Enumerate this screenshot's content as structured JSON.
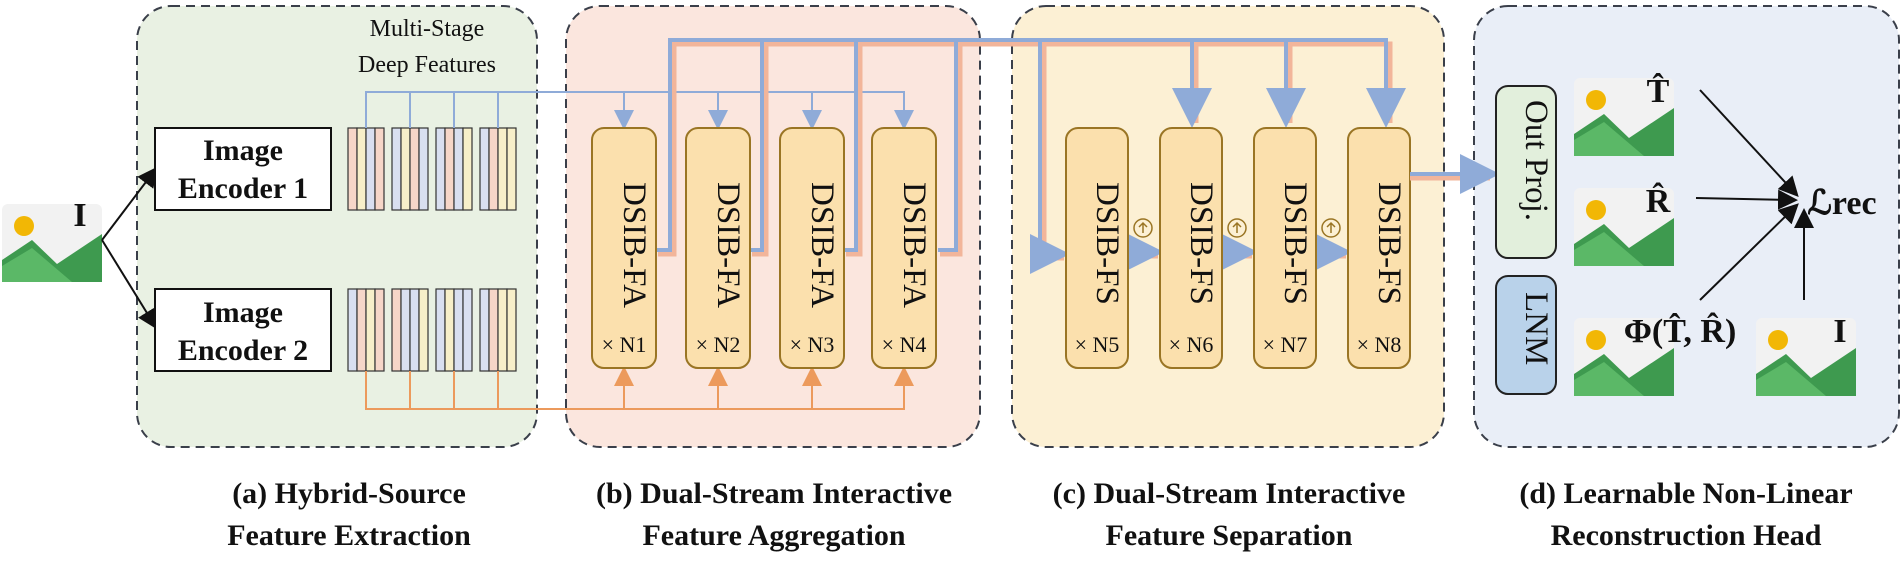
{
  "input": {
    "label": "I"
  },
  "sections": {
    "a": {
      "caption_line1": "(a) Hybrid-Source",
      "caption_line2": "Feature Extraction",
      "note_line1": "Multi-Stage",
      "note_line2": "Deep Features",
      "encoders": [
        {
          "line1": "Image",
          "line2": "Encoder 1"
        },
        {
          "line1": "Image",
          "line2": "Encoder 2"
        }
      ]
    },
    "b": {
      "caption_line1": "(b) Dual-Stream Interactive",
      "caption_line2": "Feature Aggregation",
      "block_label": "DSIB-FA",
      "multipliers": [
        "× N1",
        "× N2",
        "× N3",
        "× N4"
      ]
    },
    "c": {
      "caption_line1": "(c) Dual-Stream Interactive",
      "caption_line2": "Feature Separation",
      "block_label": "DSIB-FS",
      "multipliers": [
        "× N5",
        "× N6",
        "× N7",
        "× N8"
      ]
    },
    "d": {
      "caption_line1": "(d) Learnable Non-Linear",
      "caption_line2": "Reconstruction Head",
      "out_proj": "Out Proj.",
      "lnm": "LNM",
      "outputs": [
        "T̂",
        "R̂",
        "Φ(T̂, R̂)",
        "I"
      ],
      "loss": "ℒrec"
    }
  },
  "colors": {
    "panel_a": "#e9f1e3",
    "panel_b": "#fbe6de",
    "panel_c": "#fcf0d4",
    "panel_d": "#e9eef7",
    "block_fill": "#fbe0ad",
    "block_stroke": "#9a7524",
    "blue_arrow": "#8fabd8",
    "orange_arrow": "#ec9a5c"
  }
}
